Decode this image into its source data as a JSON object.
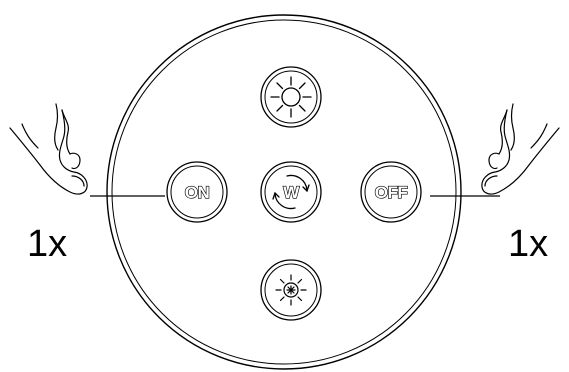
{
  "remote": {
    "on_label": "ON",
    "off_label": "OFF",
    "white_label": "W"
  },
  "press_count_left": "1x",
  "press_count_right": "1x",
  "icons": {
    "brightness_up": "sun-icon",
    "brightness_down": "sun-small-icon",
    "white_mode": "cycle-arrows-icon",
    "hand": "finger-press-icon"
  },
  "colors": {
    "line": "#000000",
    "background": "#ffffff"
  }
}
